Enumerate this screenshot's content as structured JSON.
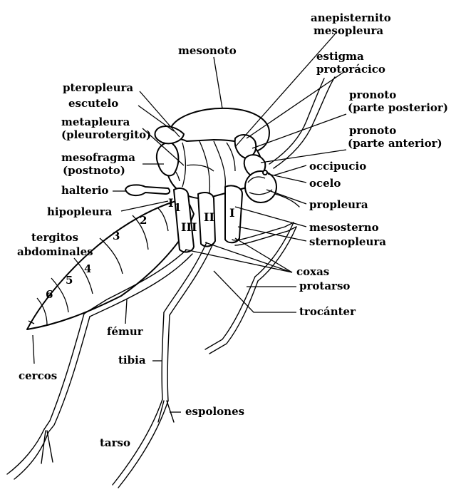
{
  "labels": {
    "anepisternito": "anepisternito",
    "mesopleura": "mesopleura",
    "mesonoto": "mesonoto",
    "estigma": "estigma",
    "protoracico": "protorácico",
    "pteropleura": "pteropleura",
    "escutelo": "escutelo",
    "pronoto_post_1": "pronoto",
    "pronoto_post_2": "(parte posterior)",
    "metapleura": "metapleura",
    "pleurotergito": "(pleurotergito)",
    "pronoto_ant_1": "pronoto",
    "pronoto_ant_2": "(parte anterior)",
    "mesofragma": "mesofragma",
    "postnoto": "(postnoto)",
    "occipucio": "occipucio",
    "ocelo": "ocelo",
    "halterio": "halterio",
    "propleura": "propleura",
    "hipopleura": "hipopleura",
    "mesosterno": "mesosterno",
    "sternopleura": "sternopleura",
    "tergitos": "tergitos",
    "abdominales": "abdominales",
    "coxas": "coxas",
    "protarso": "protarso",
    "trocanter": "trocánter",
    "femur": "fémur",
    "tibia": "tibia",
    "cercos": "cercos",
    "espolones": "espolones",
    "tarso": "tarso"
  },
  "segments": [
    "1",
    "2",
    "3",
    "4",
    "5",
    "6"
  ],
  "coxa_numerals": [
    "I",
    "II",
    "III",
    "I"
  ]
}
